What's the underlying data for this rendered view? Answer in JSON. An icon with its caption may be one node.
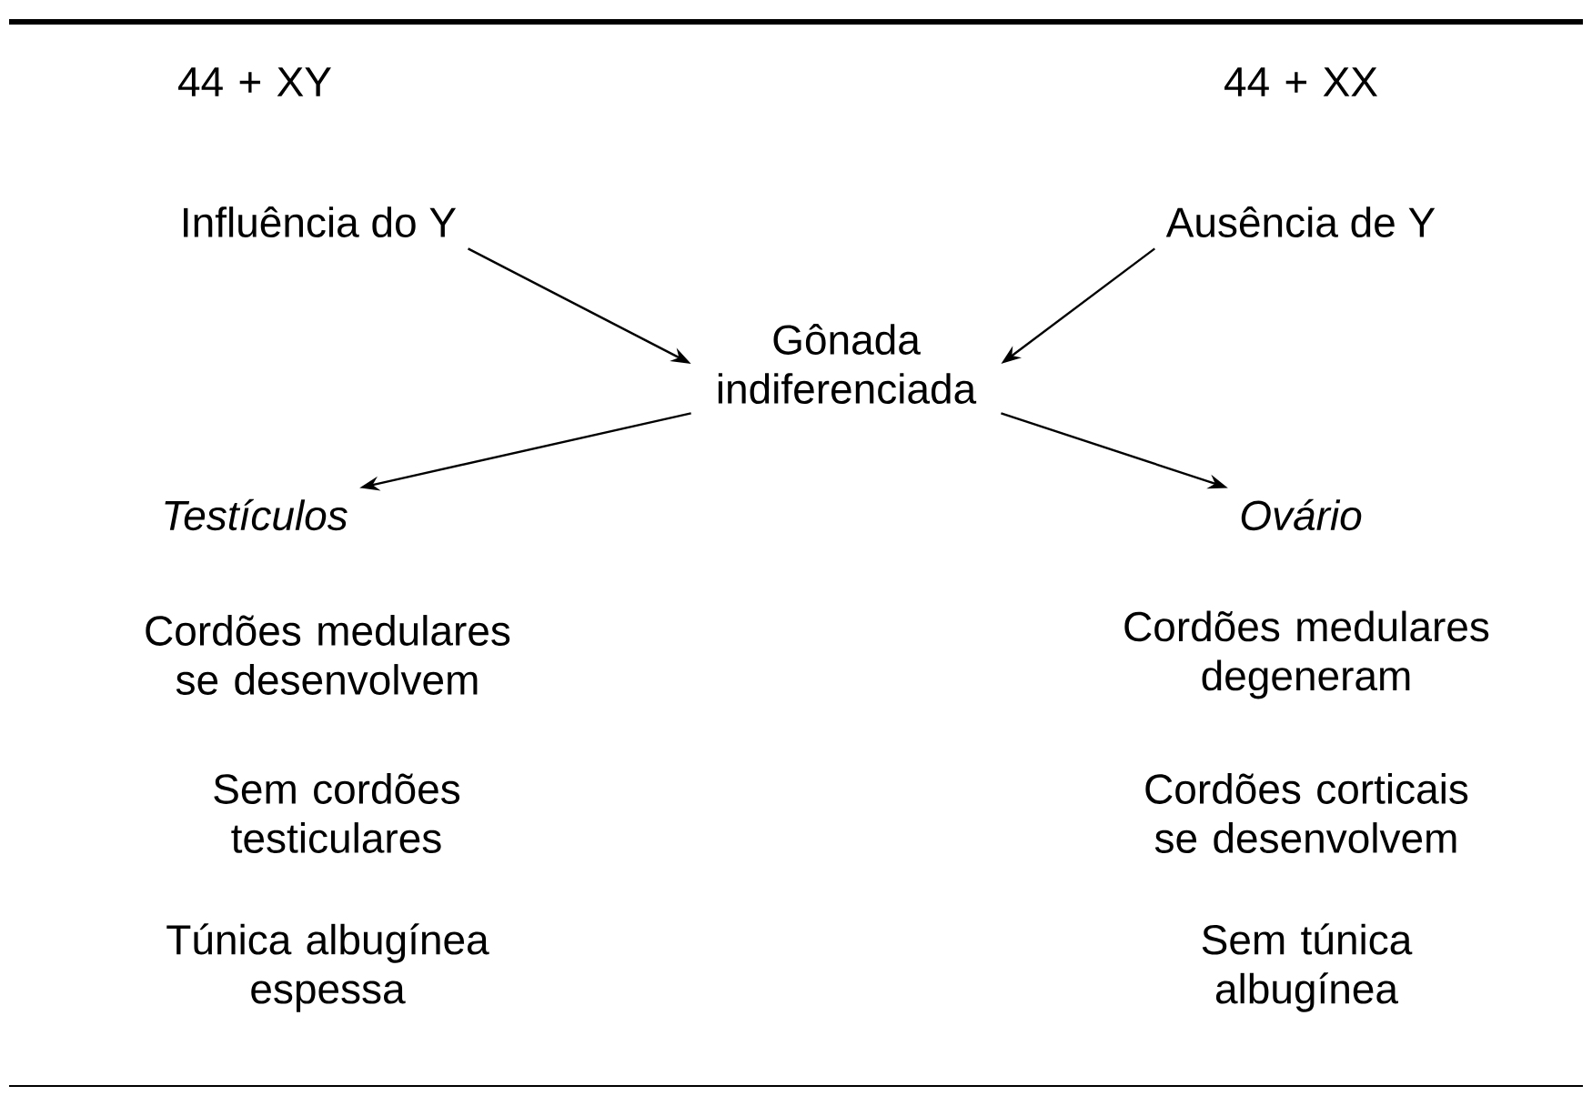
{
  "diagram": {
    "nodes": [
      {
        "text": [
          "Influência do Y"
        ]
      },
      {
        "text": [
          "Gônada indiferenciada"
        ]
      },
      {
        "text": [
          "Ausência de Y"
        ]
      },
      {
        "text": [
          "Testículos"
        ]
      },
      {
        "text": [
          "Ovário"
        ]
      }
    ],
    "edges": [
      {
        "from": 0,
        "to": 1,
        "arrow": "to"
      },
      {
        "from": 2,
        "to": 1,
        "arrow": "to"
      },
      {
        "from": 1,
        "to": 3,
        "arrow": "to"
      },
      {
        "from": 1,
        "to": 4,
        "arrow": "to"
      }
    ],
    "labels": [
      "44 + XY",
      "44 + XX",
      "Cordões medulares se desenvolvem",
      "Cordões medulares degeneram",
      "Sem cordões testiculares",
      "Cordões corticais se desenvolvem",
      "Túnica albugínea espessa",
      "Sem túnica albugínea"
    ]
  }
}
